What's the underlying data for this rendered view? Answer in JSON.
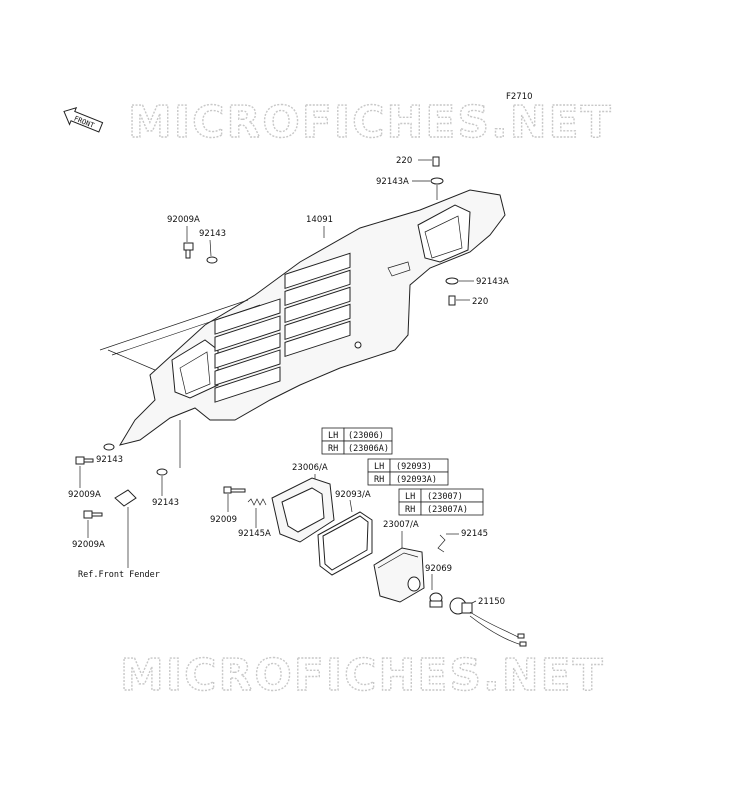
{
  "figure_code": "F2710",
  "front_label": "FRONT",
  "watermark": "MICROFICHES.NET",
  "ref_note": "Ref.Front Fender",
  "labels": {
    "p220_top": "220",
    "p92143A_top": "92143A",
    "p14091": "14091",
    "p92009A_top": "92009A",
    "p92143_top": "92143",
    "p92143A_bottom": "92143A",
    "p220_bottom": "220",
    "p92143_mid": "92143",
    "p92009A_mid": "92009A",
    "p92143_low": "92143",
    "p92009A_low": "92009A",
    "p23006": "23006/A",
    "p92093": "92093/A",
    "p23007": "23007/A",
    "p92009": "92009",
    "p92145A": "92145A",
    "p92145": "92145",
    "p92069": "92069",
    "p21150": "21150"
  },
  "tables": [
    {
      "rows": [
        {
          "side": "LH",
          "part": "(23006)"
        },
        {
          "side": "RH",
          "part": "(23006A)"
        }
      ]
    },
    {
      "rows": [
        {
          "side": "LH",
          "part": "(92093)"
        },
        {
          "side": "RH",
          "part": "(92093A)"
        }
      ]
    },
    {
      "rows": [
        {
          "side": "LH",
          "part": "(23007)"
        },
        {
          "side": "RH",
          "part": "(23007A)"
        }
      ]
    }
  ]
}
